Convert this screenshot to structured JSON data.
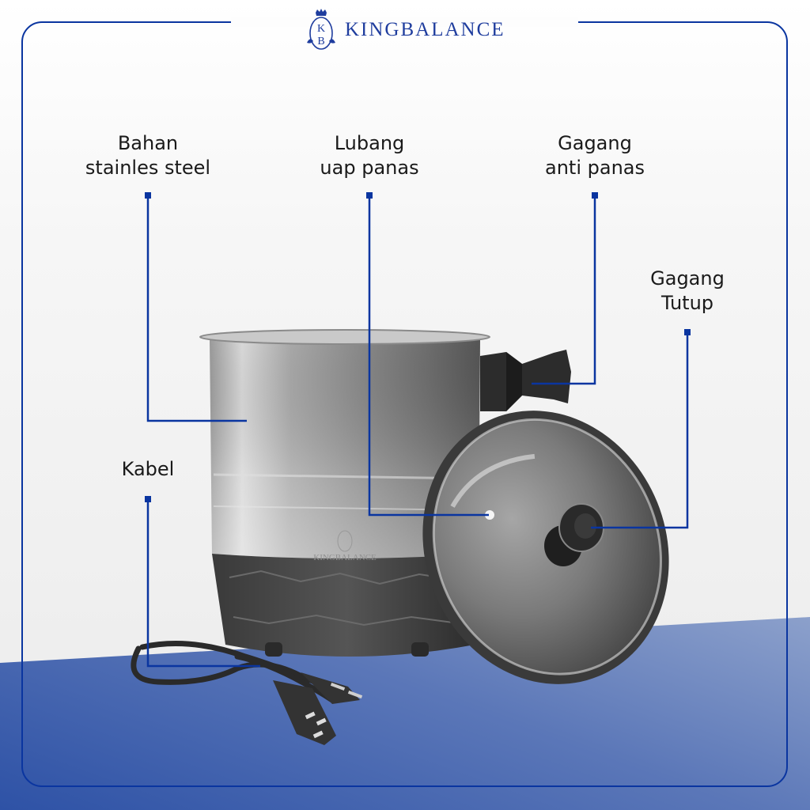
{
  "brand": {
    "name_part1": "KING",
    "name_part2": "BALANCE",
    "emblem_letters": "KB",
    "engraving": "KINGBALANCE"
  },
  "colors": {
    "accent": "#0a35a0",
    "text": "#1a1a1a",
    "floor_dark": "#2e52a6",
    "floor_light": "#e6e8ee"
  },
  "callouts": [
    {
      "id": "bahan",
      "line1": "Bahan",
      "line2": "stainles steel"
    },
    {
      "id": "lubang",
      "line1": "Lubang",
      "line2": "uap panas"
    },
    {
      "id": "gagang-anti",
      "line1": "Gagang",
      "line2": "anti panas"
    },
    {
      "id": "gagang-tutup",
      "line1": "Gagang",
      "line2": "Tutup"
    },
    {
      "id": "kabel",
      "line1": "Kabel",
      "line2": ""
    }
  ]
}
